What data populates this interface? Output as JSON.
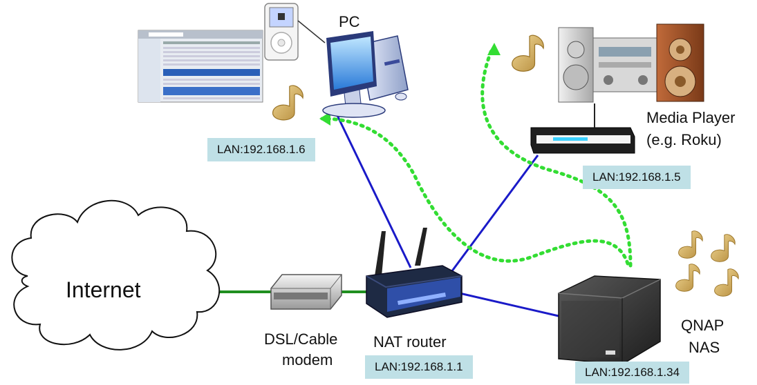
{
  "labels": {
    "pc": "PC",
    "media_player_line1": "Media Player",
    "media_player_line2": "(e.g. Roku)",
    "internet": "Internet",
    "modem_line1": "DSL/Cable",
    "modem_line2": "modem",
    "router": "NAT router",
    "nas_line1": "QNAP",
    "nas_line2": "NAS"
  },
  "lan": {
    "pc": "LAN:192.168.1.6",
    "media_player": "LAN:192.168.1.5",
    "router": "LAN:192.168.1.1",
    "nas": "LAN:192.168.1.34"
  },
  "colors": {
    "lan_link": "#1a1ac8",
    "wan_link": "#1f8f1f",
    "stream_path": "#33dd33",
    "lan_box": "#bfe0e6",
    "music_note": "#d8b060"
  },
  "icons": {
    "pc": "computer-icon",
    "ipod": "ipod-icon",
    "router": "wireless-router-icon",
    "modem": "modem-icon",
    "nas": "nas-icon",
    "speaker": "speaker-system-icon",
    "media_player": "set-top-box-icon",
    "cloud": "cloud-icon",
    "note": "music-note-icon"
  }
}
